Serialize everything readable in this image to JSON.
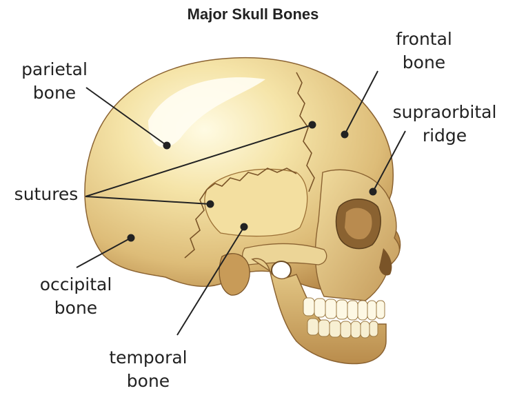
{
  "title": "Major Skull Bones",
  "labels": {
    "parietal": [
      "parietal",
      "bone"
    ],
    "frontal": [
      "frontal",
      "bone"
    ],
    "supraorbital": [
      "supraorbital",
      "ridge"
    ],
    "sutures": [
      "sutures"
    ],
    "occipital": [
      "occipital",
      "bone"
    ],
    "temporal": [
      "temporal",
      "bone"
    ]
  },
  "colors": {
    "bone_light": "#fbf3cc",
    "bone_mid": "#e8cf8c",
    "bone_dark": "#c79a55",
    "bone_shadow": "#8a6231",
    "teeth": "#fdf8e4",
    "leader_line": "#222222"
  }
}
